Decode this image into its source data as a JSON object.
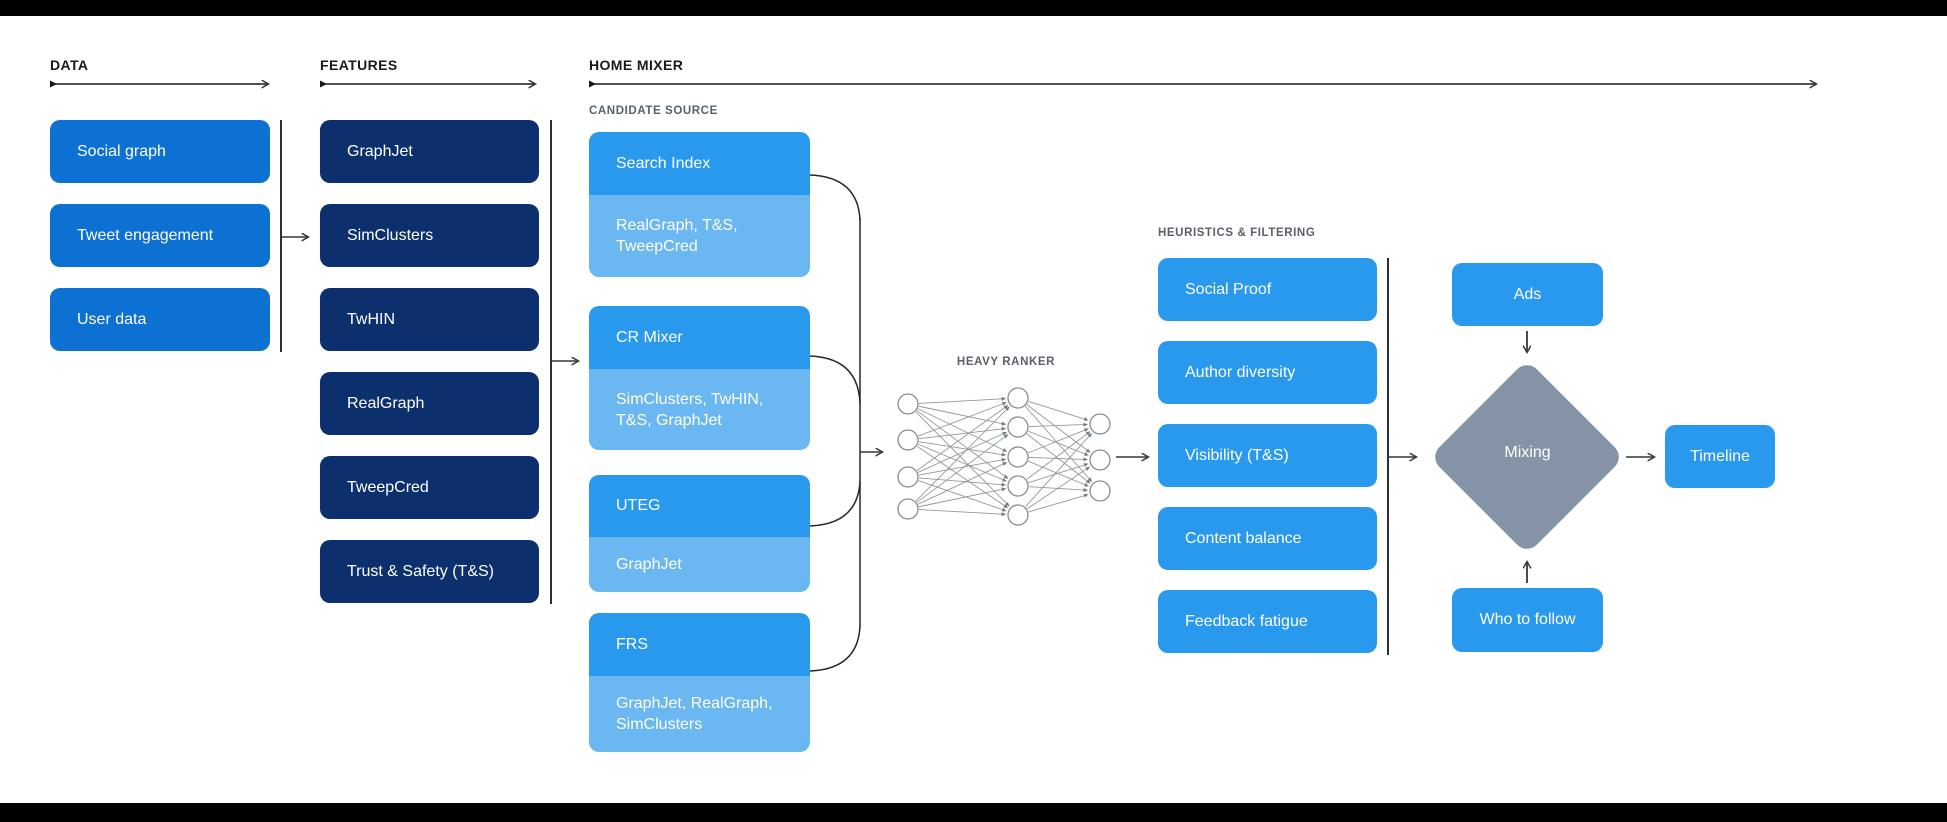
{
  "headers": {
    "data": "DATA",
    "features": "FEATURES",
    "home_mixer": "HOME MIXER"
  },
  "subheaders": {
    "candidate_source": "CANDIDATE SOURCE",
    "heavy_ranker": "HEAVY RANKER",
    "heuristics": "HEURISTICS & FILTERING"
  },
  "data_column": {
    "items": [
      "Social graph",
      "Tweet engagement",
      "User data"
    ]
  },
  "features_column": {
    "items": [
      "GraphJet",
      "SimClusters",
      "TwHIN",
      "RealGraph",
      "TweepCred",
      "Trust & Safety (T&S)"
    ]
  },
  "candidate_sources": [
    {
      "name": "Search Index",
      "sources": "RealGraph, T&S, TweepCred"
    },
    {
      "name": "CR Mixer",
      "sources": "SimClusters, TwHIN, T&S, GraphJet"
    },
    {
      "name": "UTEG",
      "sources": "GraphJet"
    },
    {
      "name": "FRS",
      "sources": "GraphJet, RealGraph, SimClusters"
    }
  ],
  "heuristics": {
    "items": [
      "Social Proof",
      "Author diversity",
      "Visibility (T&S)",
      "Content balance",
      "Feedback fatigue"
    ]
  },
  "flow": {
    "ads": "Ads",
    "mixing": "Mixing",
    "who_to_follow": "Who to follow",
    "timeline": "Timeline"
  },
  "colors": {
    "data_box_blue": "#0d70d3",
    "feature_box_navy": "#0c306e",
    "bright_blue": "#2999ee",
    "light_blue": "#6bb7f1",
    "mixing_diamond_gray": "#8494a6",
    "header_text": "#16191d",
    "subheader_text": "#56616d",
    "frame_bar": "#000000"
  }
}
